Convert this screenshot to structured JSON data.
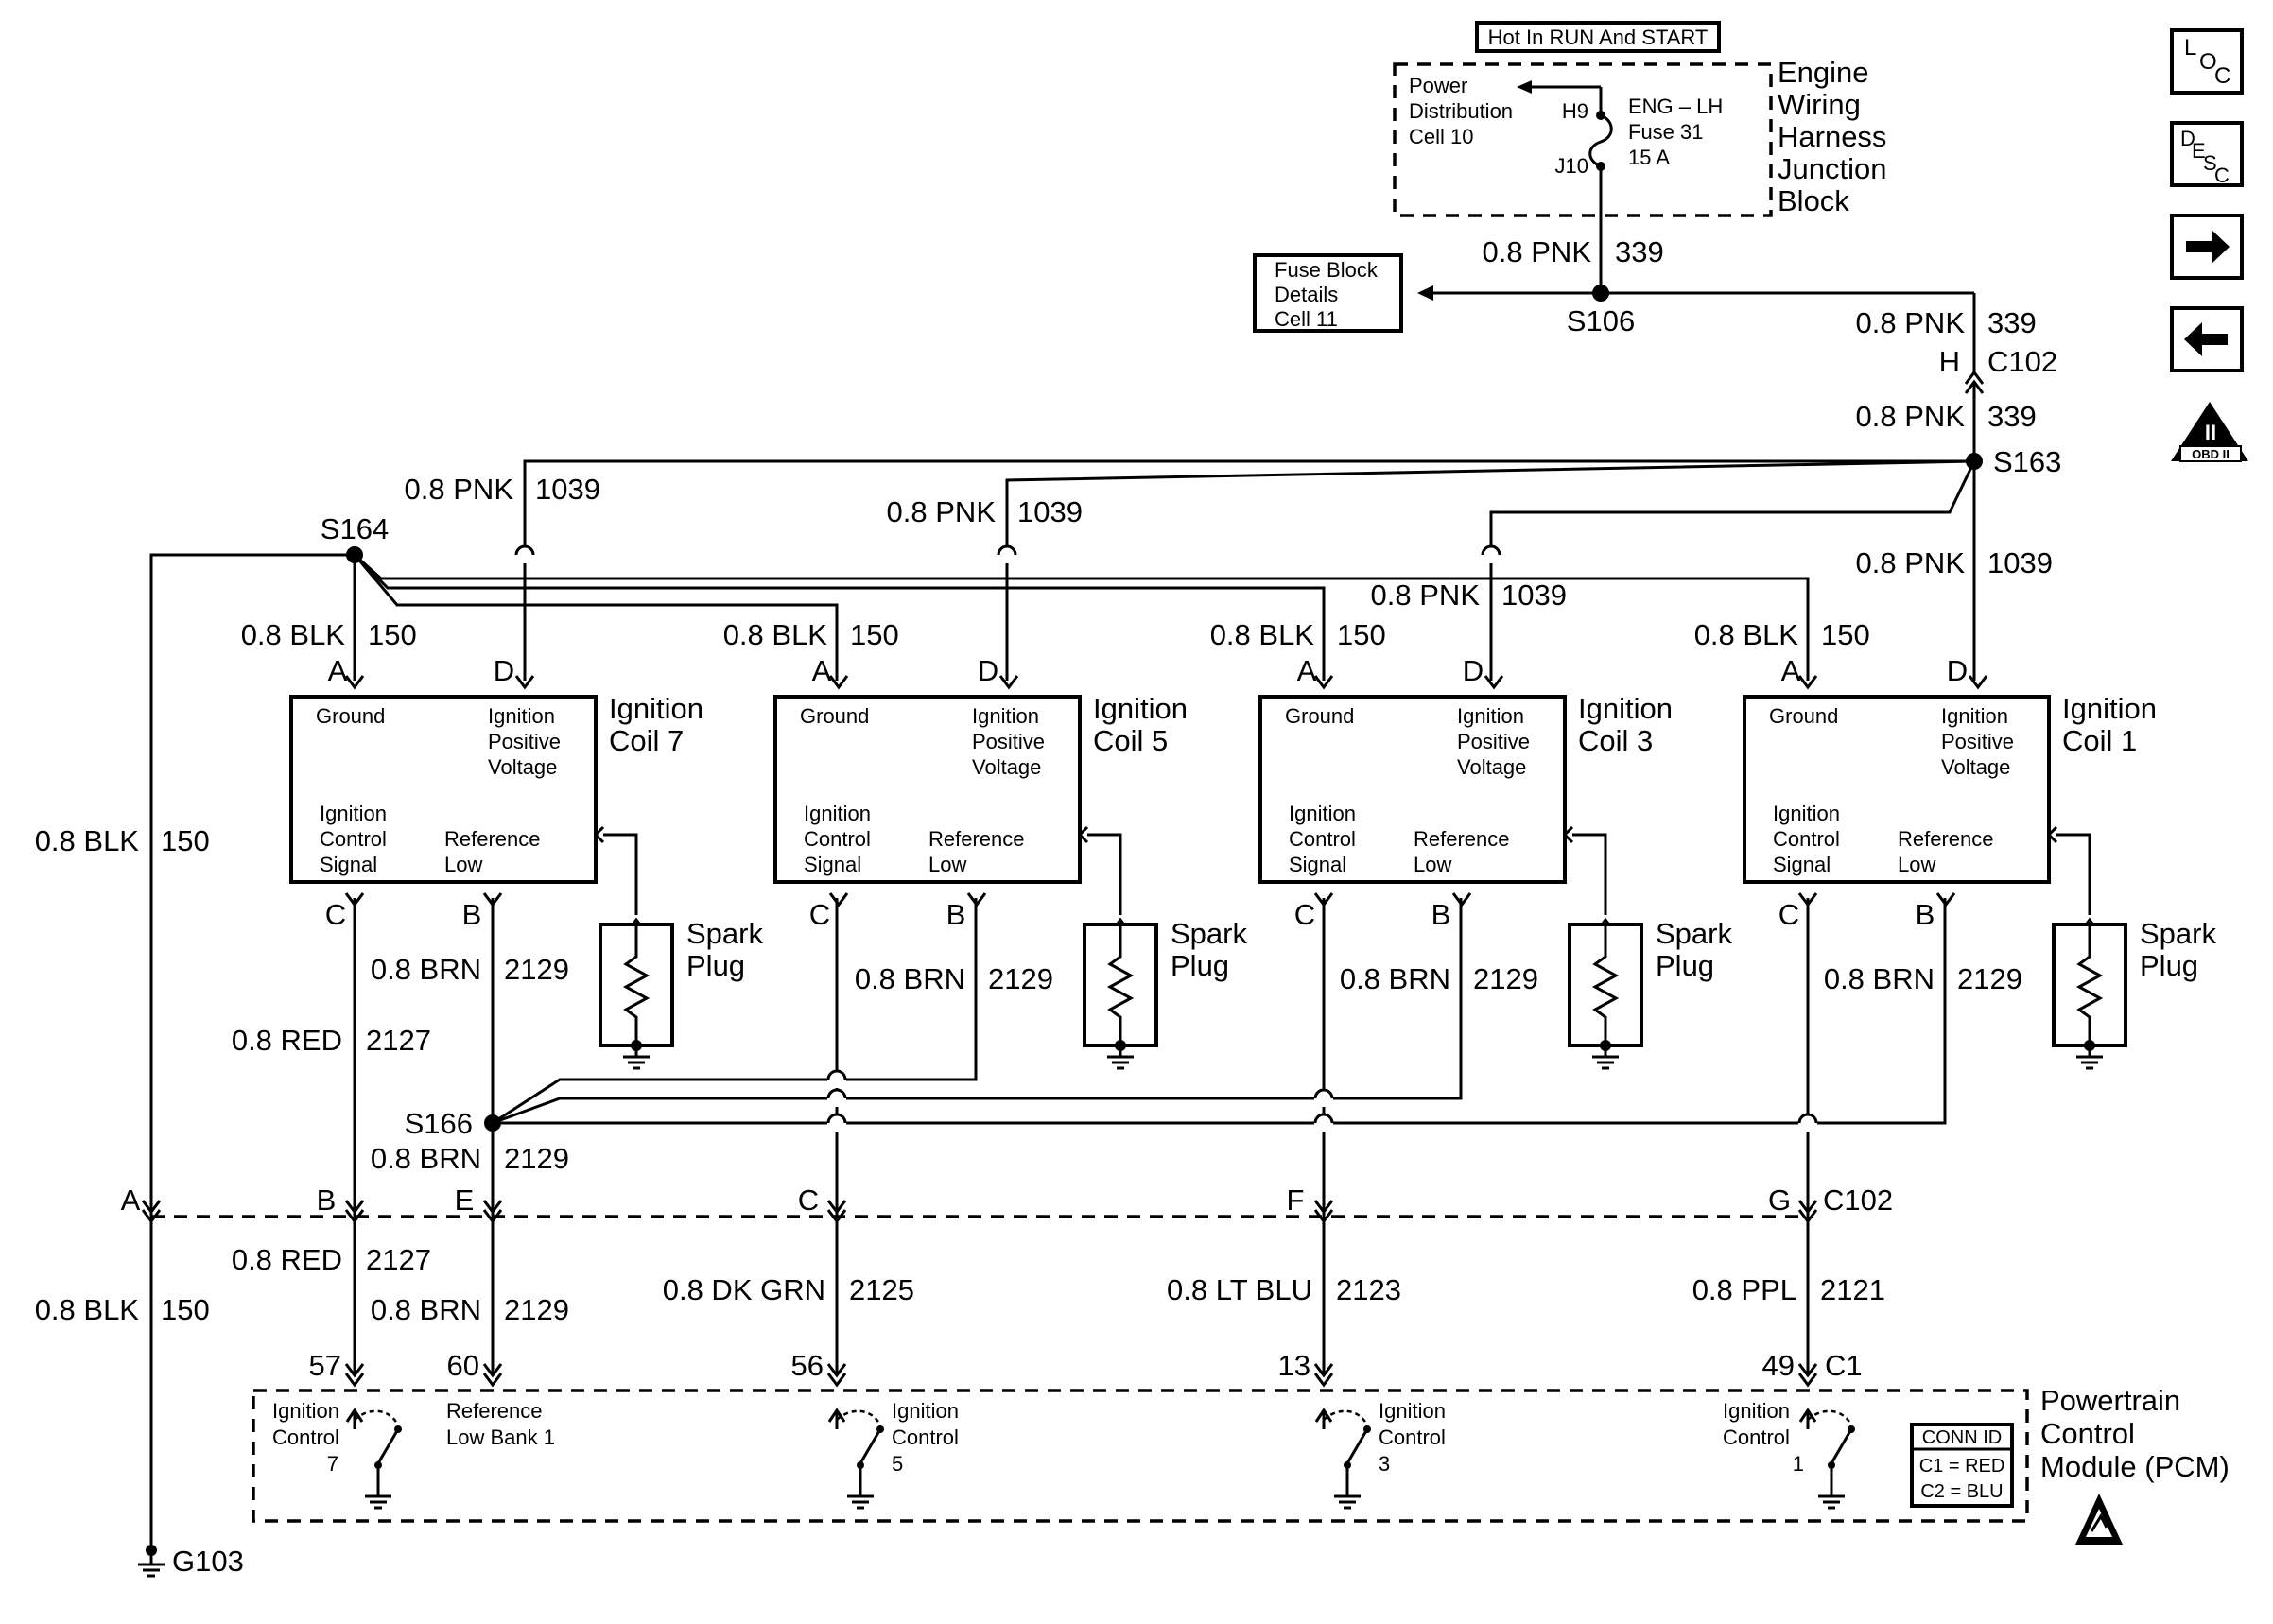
{
  "header": {
    "hot_label": "Hot In RUN And START",
    "junction_block": [
      "Engine",
      "Wiring",
      "Harness",
      "Junction",
      "Block"
    ],
    "power_dist": [
      "Power",
      "Distribution",
      "Cell 10"
    ],
    "fuse": [
      "ENG – LH",
      "Fuse 31",
      "15 A"
    ],
    "fuse_pins": {
      "in": "H9",
      "out": "J10"
    },
    "fuse_block_ref": [
      "Fuse Block",
      "Details",
      "Cell 11"
    ]
  },
  "splices": {
    "s106": "S106",
    "s163": "S163",
    "s164": "S164",
    "s166": "S166",
    "ground": "G103"
  },
  "wires": {
    "pnk339": {
      "gauge": "0.8 PNK",
      "circuit": "339"
    },
    "pnk1039": {
      "gauge": "0.8 PNK",
      "circuit": "1039"
    },
    "blk150": {
      "gauge": "0.8 BLK",
      "circuit": "150"
    },
    "brn2129": {
      "gauge": "0.8 BRN",
      "circuit": "2129"
    },
    "red2127": {
      "gauge": "0.8 RED",
      "circuit": "2127"
    },
    "dkgrn2125": {
      "gauge": "0.8 DK GRN",
      "circuit": "2125"
    },
    "ltblu2123": {
      "gauge": "0.8 LT BLU",
      "circuit": "2123"
    },
    "ppl2121": {
      "gauge": "0.8 PPL",
      "circuit": "2121"
    }
  },
  "connectors": {
    "c102": "C102",
    "c102_h": "H",
    "c1": "C1",
    "c102_pins": [
      "A",
      "B",
      "E",
      "C",
      "F",
      "G"
    ],
    "c1_pins": [
      "57",
      "60",
      "56",
      "13",
      "49"
    ]
  },
  "coils": [
    {
      "name": [
        "Ignition",
        "Coil 7"
      ],
      "pins": [
        "A",
        "D",
        "C",
        "B"
      ]
    },
    {
      "name": [
        "Ignition",
        "Coil 5"
      ],
      "pins": [
        "A",
        "D",
        "C",
        "B"
      ]
    },
    {
      "name": [
        "Ignition",
        "Coil 3"
      ],
      "pins": [
        "A",
        "D",
        "C",
        "B"
      ]
    },
    {
      "name": [
        "Ignition",
        "Coil 1"
      ],
      "pins": [
        "A",
        "D",
        "C",
        "B"
      ]
    }
  ],
  "coil_internal": {
    "ground": "Ground",
    "positive": [
      "Ignition",
      "Positive",
      "Voltage"
    ],
    "control": [
      "Ignition",
      "Control",
      "Signal"
    ],
    "reference": [
      "Reference",
      "Low"
    ]
  },
  "spark_plug": [
    "Spark",
    "Plug"
  ],
  "pcm": {
    "name": [
      "Powertrain",
      "Control",
      "Module (PCM)"
    ],
    "controls": [
      [
        "Ignition",
        "Control",
        "7"
      ],
      [
        "Ignition",
        "Control",
        "5"
      ],
      [
        "Ignition",
        "Control",
        "3"
      ],
      [
        "Ignition",
        "Control",
        "1"
      ]
    ],
    "reference": [
      "Reference",
      "Low Bank 1"
    ],
    "conn_id": [
      "CONN ID",
      "C1 = RED",
      "C2 = BLU"
    ]
  },
  "nav": {
    "loc": [
      "L",
      "O",
      "C"
    ],
    "desc": [
      "D",
      "E",
      "S",
      "C"
    ],
    "obd": "OBD II",
    "obd_mark": "II"
  }
}
